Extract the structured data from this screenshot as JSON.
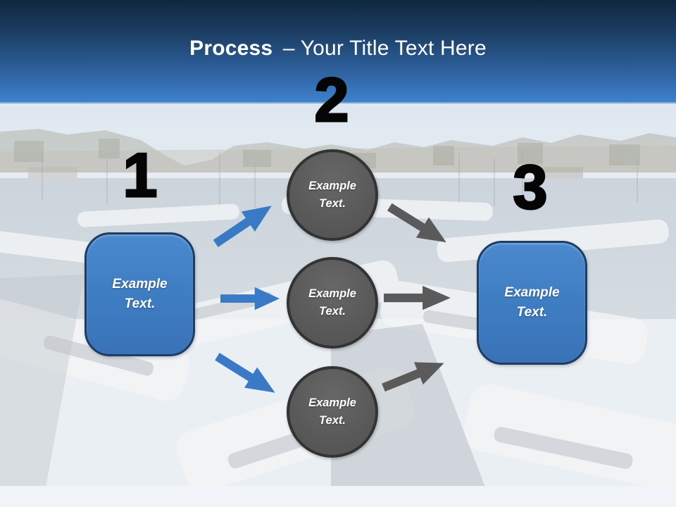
{
  "slide": {
    "title": {
      "bold": "Process",
      "rest": "– Your Title Text Here"
    }
  },
  "diagram": {
    "steps": [
      {
        "number": "1",
        "shape": "rounded-rectangle",
        "label": "Example Text."
      },
      {
        "number": "2",
        "shape": "circle-group",
        "circles": [
          {
            "label": "Example Text."
          },
          {
            "label": "Example Text."
          },
          {
            "label": "Example Text."
          }
        ]
      },
      {
        "number": "3",
        "shape": "rounded-rectangle",
        "label": "Example Text."
      }
    ],
    "arrows": {
      "blue_color": "#3A79C6",
      "gray_color": "#5A5A5A",
      "blue_count": 3,
      "gray_count": 3
    }
  },
  "colors": {
    "header_gradient_top": "#0E2740",
    "header_gradient_bottom": "#3F81CC",
    "box_blue_fill": "#3F7CC2",
    "box_border": "#1D3D63",
    "circle_gray_fill": "#595959",
    "circle_border": "#333333",
    "number_color": "#050505",
    "title_color": "#FFFFFF"
  }
}
